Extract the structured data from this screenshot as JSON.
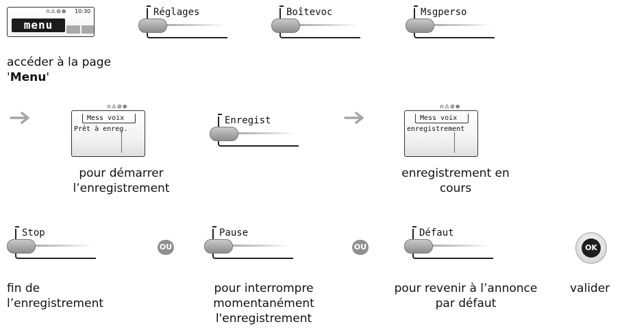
{
  "row1": {
    "menu_screen": {
      "status_icons": "∩⚠⊘⊕",
      "time": "10:30",
      "menu_key_label": "menu"
    },
    "softkeys": [
      "Réglages",
      "Boîtevoc",
      "Msgperso"
    ],
    "caption_line1": "accéder à la page",
    "caption_quote_open": "'",
    "caption_bold": "Menu",
    "caption_quote_close": "'"
  },
  "row2": {
    "display1": {
      "status_icons": "∩⚠⊘⊕",
      "title": "Mess voix",
      "line2": "Prêt à enreg."
    },
    "softkey": "Enregist",
    "display2": {
      "status_icons": "∩⚠⊘⊕",
      "title": "Mess voix",
      "line2": "enregistrement"
    },
    "caption_start_1": "pour démarrer",
    "caption_start_2": "l’enregistrement",
    "caption_progress_1": "enregistrement en",
    "caption_progress_2": "cours"
  },
  "row3": {
    "softkeys": [
      "Stop",
      "Pause",
      "Défaut"
    ],
    "ou_label": "OU",
    "ok_label": "OK",
    "caption_stop_1": "fin de",
    "caption_stop_2": "l’enregistrement",
    "caption_pause_1": "pour interrompre",
    "caption_pause_2": "momentanément",
    "caption_pause_3": "l'enregistrement",
    "caption_default_1": "pour revenir à l’annonce",
    "caption_default_2": "par défaut",
    "caption_validate": "valider"
  },
  "icons": {
    "arrow": "right-arrow-icon",
    "ou": "ou-badge-icon",
    "ok": "ok-button-icon"
  },
  "colors": {
    "arrow": "#a6a6a6",
    "ou_badge": "#8f8f8f",
    "ok_center": "#1e1e1e",
    "softkey_button": "#9d9d9d"
  }
}
